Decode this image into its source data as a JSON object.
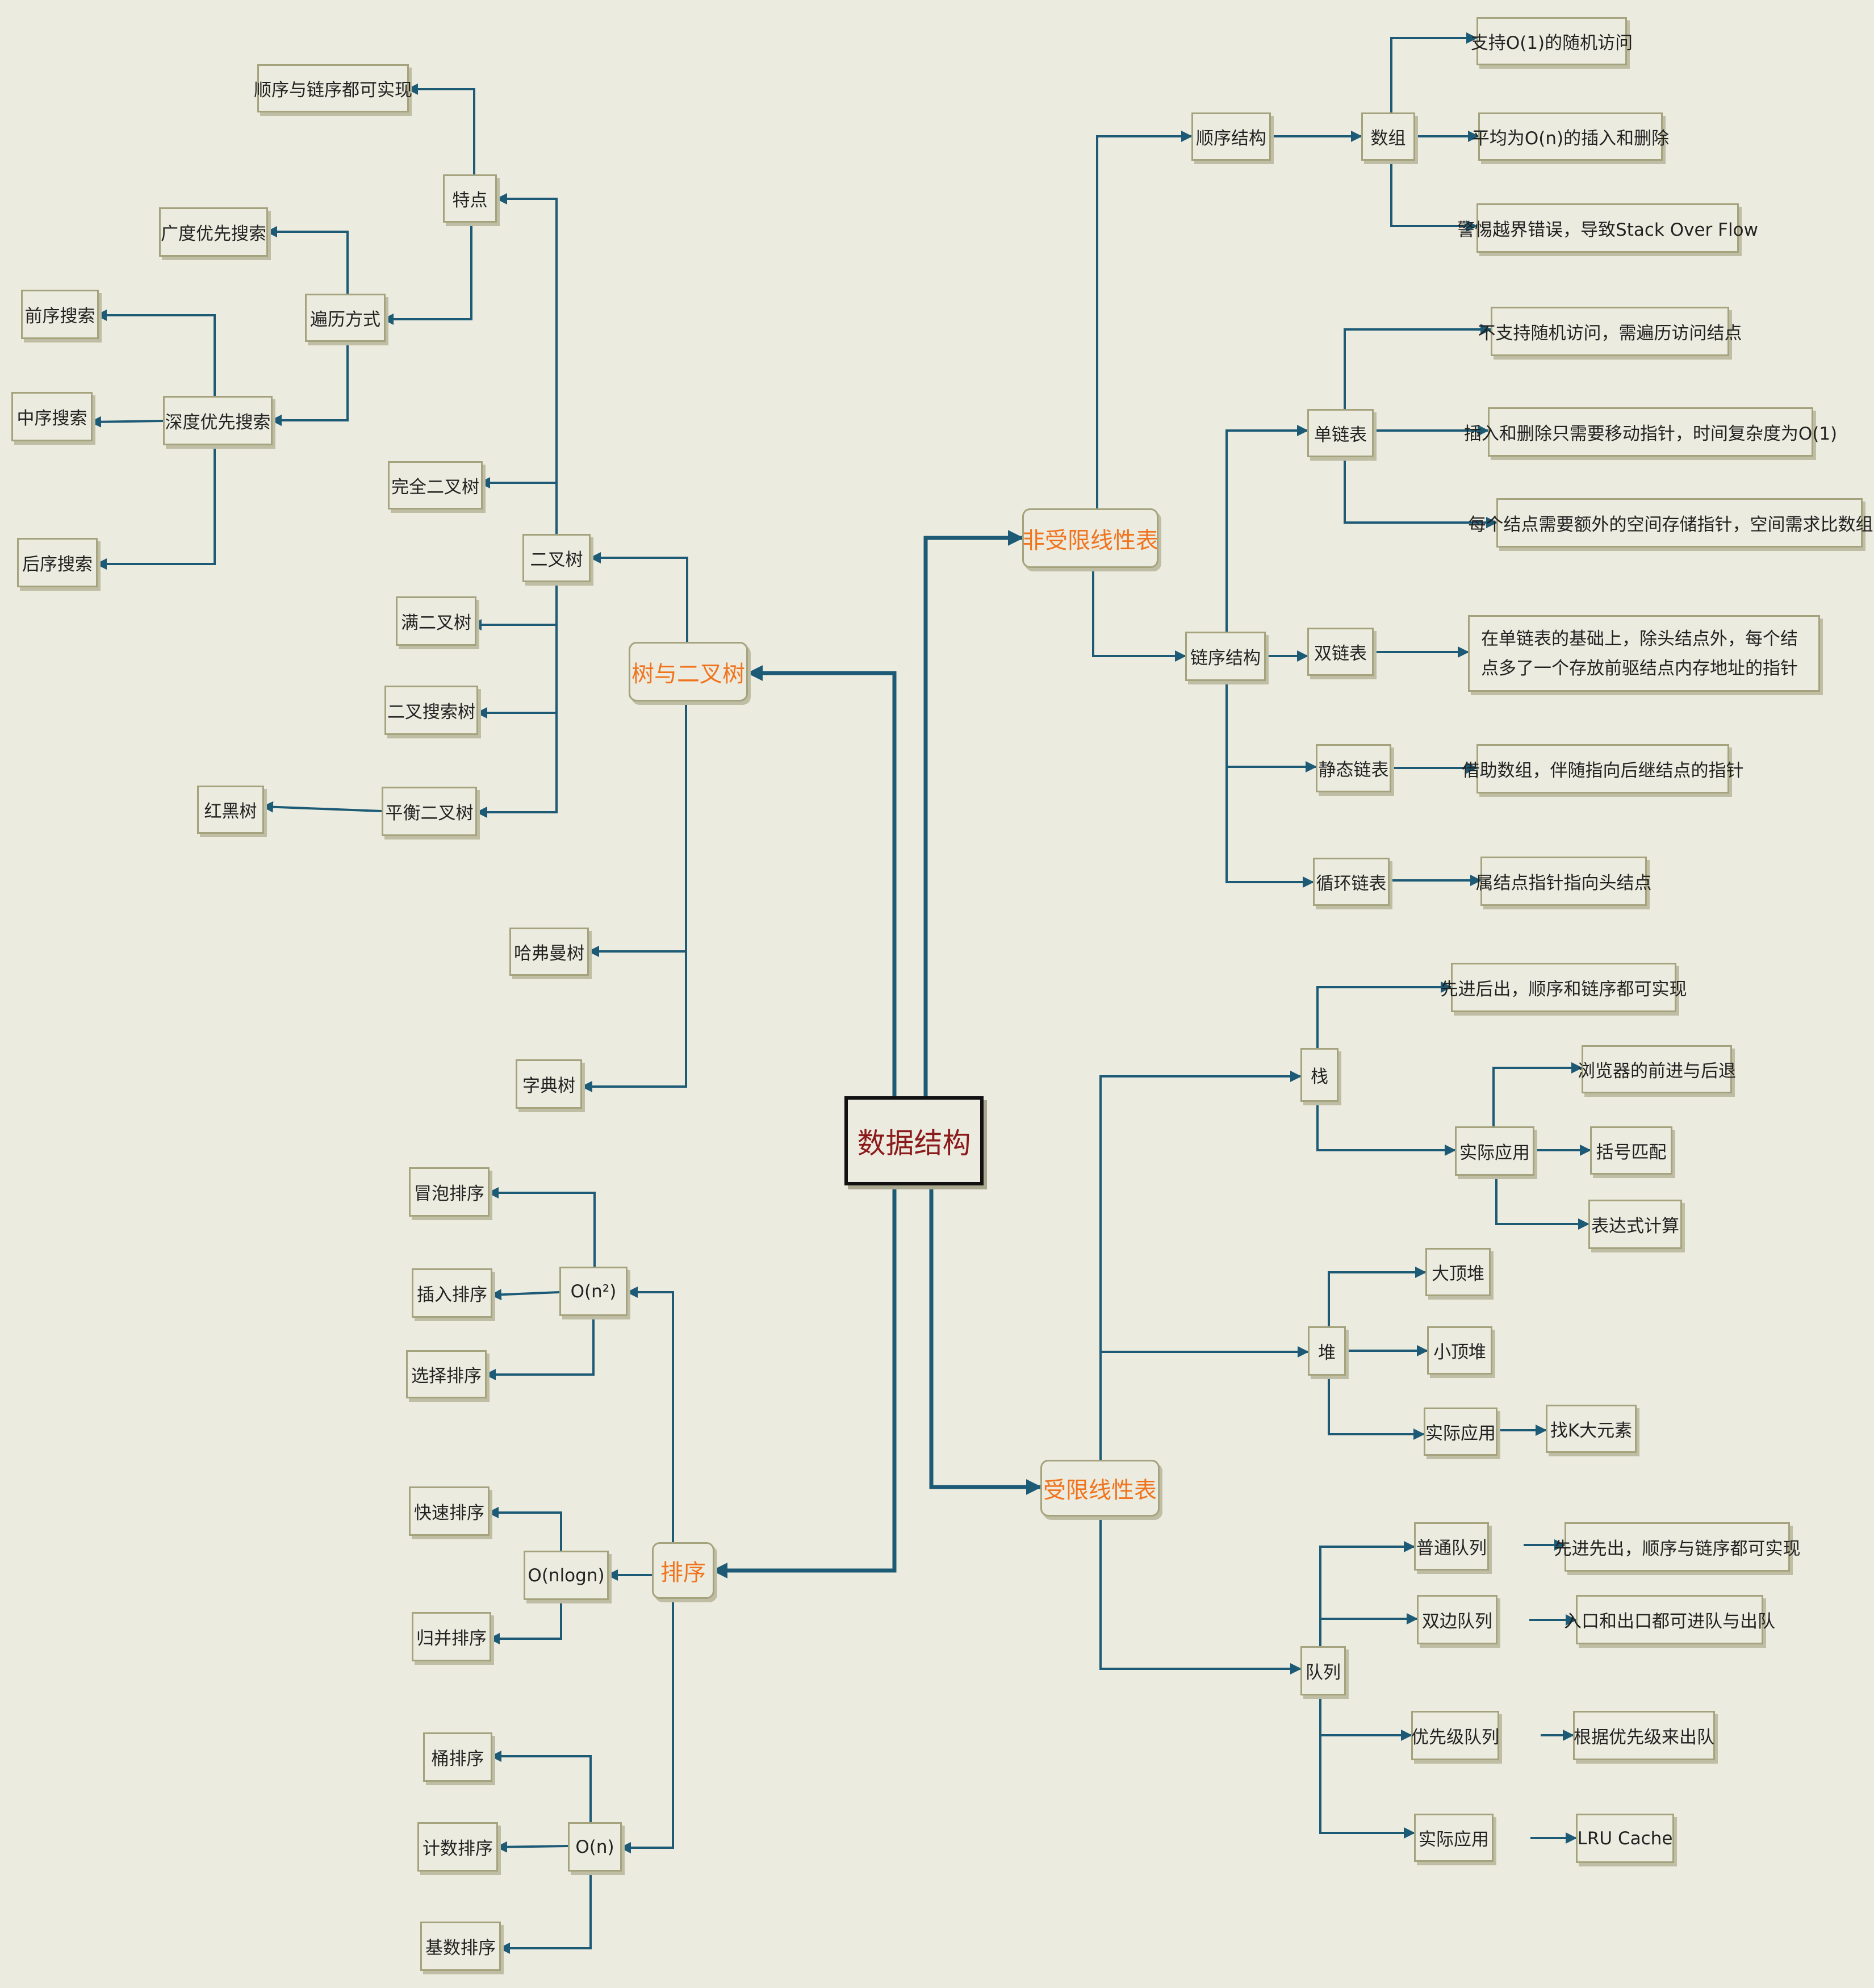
{
  "root": "数据结构",
  "branches": {
    "non_restricted": "非受限线性表",
    "restricted": "受限线性表",
    "tree": "树与二叉树",
    "sort": "排序"
  },
  "non_restricted": {
    "sequential": "顺序结构",
    "array": "数组",
    "array_notes": [
      "支持O(1)的随机访问",
      "平均为O(n)的插入和删除",
      "警惕越界错误，导致Stack Over Flow"
    ],
    "linked": "链序结构",
    "singly": "单链表",
    "singly_notes": [
      "不支持随机访问，需遍历访问结点",
      "插入和删除只需要移动指针，时间复杂度为O(1)",
      "每个结点需要额外的空间存储指针，空间需求比数组大"
    ],
    "doubly": "双链表",
    "doubly_note": "在单链表的基础上，除头结点外，每个结点多了一个存放前驱结点内存地址的指针",
    "static": "静态链表",
    "static_note": "借助数组，伴随指向后继结点的指针",
    "circular": "循环链表",
    "circular_note": "属结点指针指向头结点"
  },
  "restricted": {
    "stack": "栈",
    "stack_note": "先进后出，顺序和链序都可实现",
    "stack_app": "实际应用",
    "stack_apps": [
      "浏览器的前进与后退",
      "括号匹配",
      "表达式计算"
    ],
    "heap": "堆",
    "heap_items": [
      "大顶堆",
      "小顶堆"
    ],
    "heap_app": "实际应用",
    "heap_app_note": "找K大元素",
    "queue": "队列",
    "queue_items": [
      "普通队列",
      "双边队列",
      "优先级队列",
      "实际应用"
    ],
    "queue_notes": [
      "先进先出，顺序与链序都可实现",
      "入口和出口都可进队与出队",
      "根据优先级来出队",
      "LRU Cache"
    ]
  },
  "tree": {
    "binary": "二叉树",
    "feature": "特点",
    "feature_note": "顺序与链序都可实现",
    "traversal": "遍历方式",
    "bfs": "广度优先搜索",
    "dfs": "深度优先搜索",
    "dfs_items": [
      "前序搜索",
      "中序搜索",
      "后序搜索"
    ],
    "complete": "完全二叉树",
    "full": "满二叉树",
    "bst": "二叉搜索树",
    "balanced": "平衡二叉树",
    "rb": "红黑树",
    "huffman": "哈弗曼树",
    "trie": "字典树"
  },
  "sort": {
    "n2": "O(n²)",
    "n2_items": [
      "冒泡排序",
      "插入排序",
      "选择排序"
    ],
    "nlogn": "O(nlogn)",
    "nlogn_items": [
      "快速排序",
      "归并排序"
    ],
    "n": "O(n)",
    "n_items": [
      "桶排序",
      "计数排序",
      "基数排序"
    ]
  },
  "colors": {
    "background": "#ecebdf",
    "line": "#1c5a76",
    "branch_text": "#f0741e",
    "root_text": "#8b1a1a",
    "node_border": "#a5a37e"
  }
}
